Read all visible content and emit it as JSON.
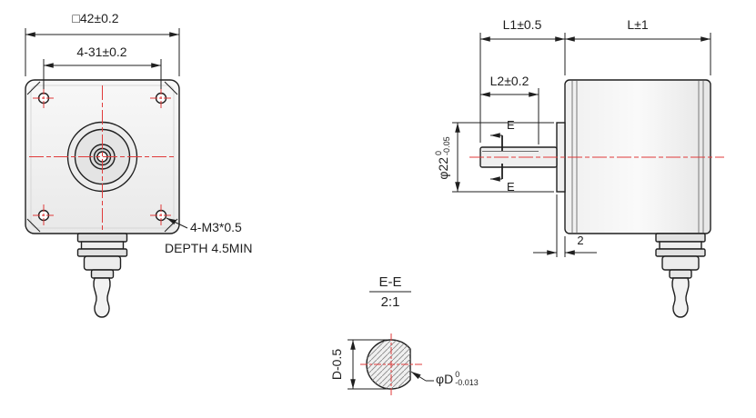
{
  "colors": {
    "line": "#1f1f1f",
    "centerline": "#e03a3a",
    "metal_fill": "#efefef"
  },
  "front_view": {
    "dim_outer": "□42±0.2",
    "dim_bolt_spacing": "4-31±0.2",
    "thread_callout": "4-M3*0.5",
    "thread_depth": "DEPTH 4.5MIN"
  },
  "side_view": {
    "dim_shaft_length": "L1±0.5",
    "dim_body_length": "L±1",
    "dim_flat_length": "L2±0.2",
    "dim_boss_diameter": {
      "main": "φ22",
      "tol_top": "0",
      "tol_bottom": "-0.05"
    },
    "dim_boss_depth": "2",
    "section_mark": "E"
  },
  "section_view": {
    "title": "E-E",
    "scale": "2:1",
    "dim_across_flat": "D-0.5",
    "dim_shaft_diameter": {
      "main": "φD",
      "tol_top": "0",
      "tol_bottom": "-0.013"
    }
  }
}
